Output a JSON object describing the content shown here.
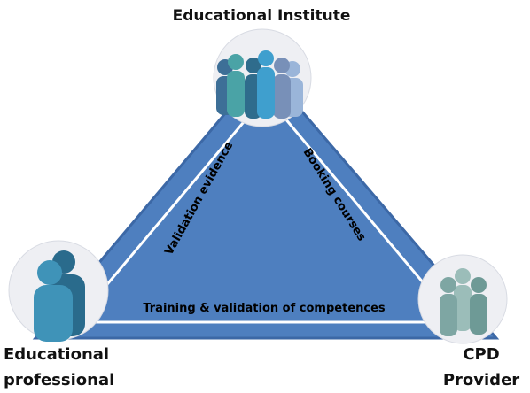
{
  "nodes": {
    "top": {
      "label": "Educational Institute"
    },
    "left": {
      "label_line1": "Educational",
      "label_line2": "professional"
    },
    "right": {
      "label_line1": "CPD",
      "label_line2": "Provider"
    }
  },
  "edges": {
    "left_side": "Validation evidence",
    "right_side": "Booking courses",
    "bottom": "Training & validation of competences"
  },
  "colors": {
    "triangle_fill": "#4e7fbf",
    "triangle_edge": "#3c68a6",
    "separator": "#ffffff",
    "circle_fill": "#eeeff3",
    "people_top": [
      "#3d6f97",
      "#4aa3a6",
      "#3f86b6",
      "#2f6c8c",
      "#3f9fce",
      "#7890b8",
      "#9ab5d9"
    ],
    "people_left": [
      "#2a6b8c",
      "#3f93b8"
    ],
    "people_right": [
      "#9bbdb9",
      "#7ea6a3",
      "#6e9a96"
    ]
  }
}
